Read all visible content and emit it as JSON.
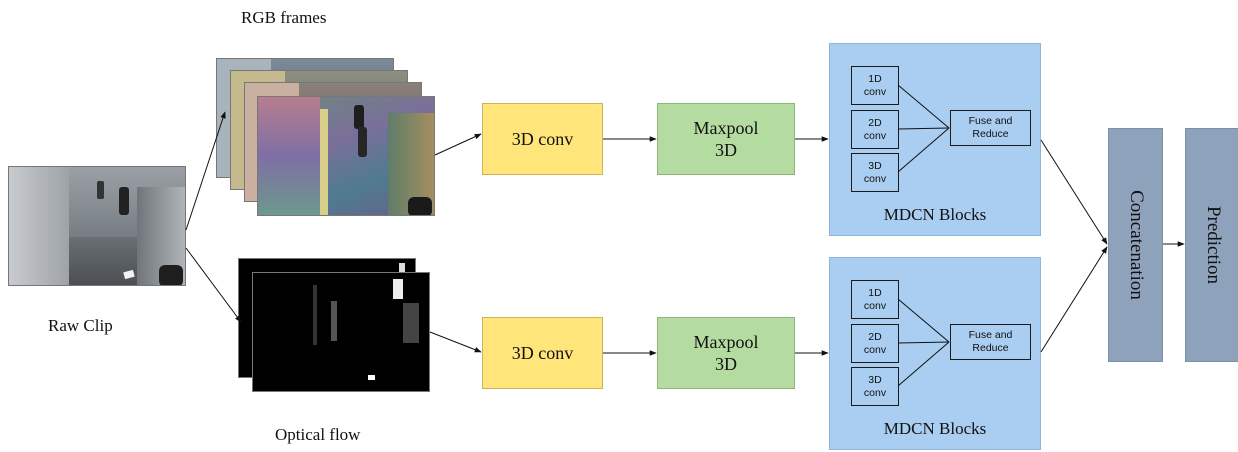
{
  "labels": {
    "rgb_frames": "RGB frames",
    "raw_clip": "Raw Clip",
    "optical_flow": "Optical flow"
  },
  "top_branch": {
    "conv": "3D conv",
    "maxpool_line1": "Maxpool",
    "maxpool_line2": "3D",
    "mdcn": {
      "conv1_line1": "1D",
      "conv1_line2": "conv",
      "conv2_line1": "2D",
      "conv2_line2": "conv",
      "conv3_line1": "3D",
      "conv3_line2": "conv",
      "fuse_line1": "Fuse and",
      "fuse_line2": "Reduce",
      "title": "MDCN Blocks"
    }
  },
  "bottom_branch": {
    "conv": "3D conv",
    "maxpool_line1": "Maxpool",
    "maxpool_line2": "3D",
    "mdcn": {
      "conv1_line1": "1D",
      "conv1_line2": "conv",
      "conv2_line1": "2D",
      "conv2_line2": "conv",
      "conv3_line1": "3D",
      "conv3_line2": "conv",
      "fuse_line1": "Fuse and",
      "fuse_line2": "Reduce",
      "title": "MDCN Blocks"
    }
  },
  "concatenation": "Concatenation",
  "prediction": "Prediction",
  "colors": {
    "conv": "#ffe57a",
    "maxpool": "#b5dca0",
    "mdcn": "#a9cef2",
    "bar": "#8fa2bc"
  }
}
